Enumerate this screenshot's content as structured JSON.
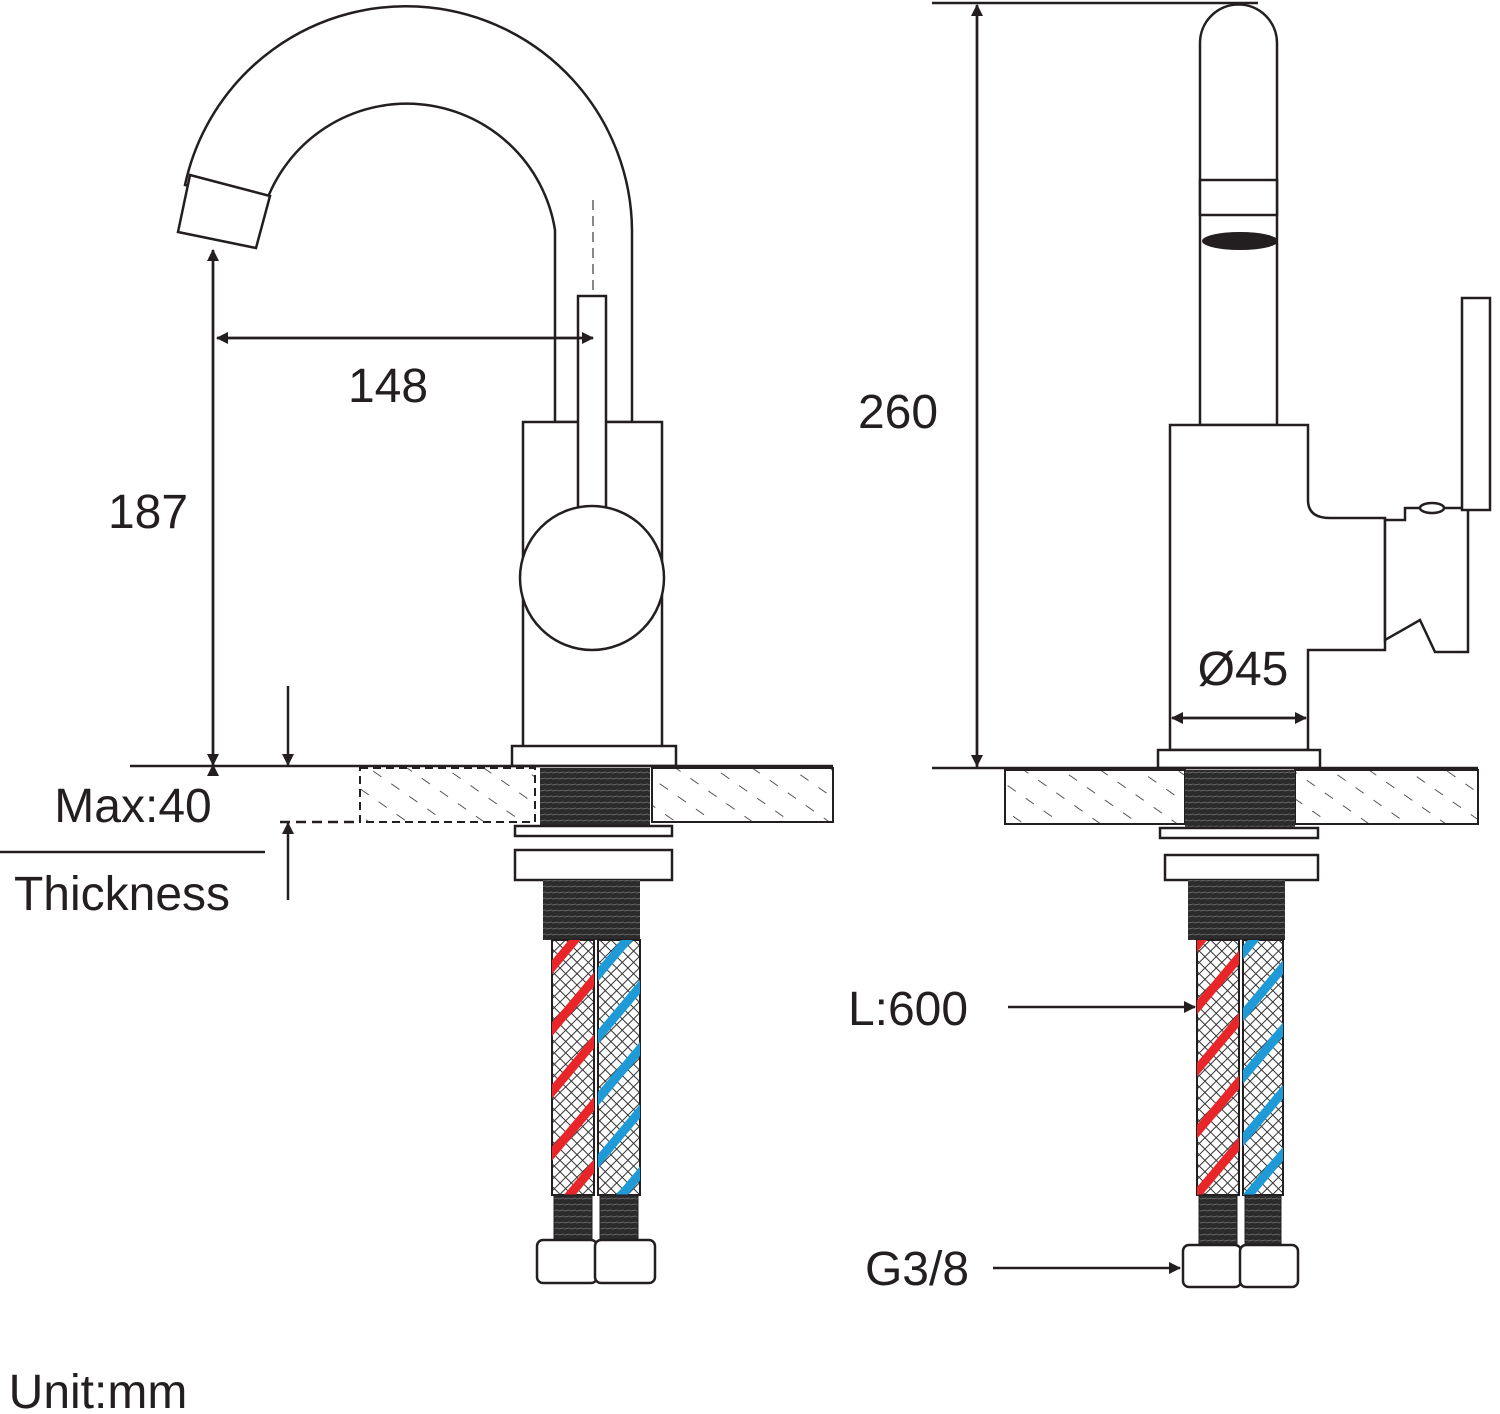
{
  "labels": {
    "spout_reach": "148",
    "spout_height": "187",
    "total_height": "260",
    "max_thickness": "Max:40",
    "thickness": "Thickness",
    "base_diameter": "Ø45",
    "hose_length": "L:600",
    "connector": "G3/8",
    "unit": "Unit:mm"
  },
  "colors": {
    "line": "#231f20",
    "hot_hose": "#e8262a",
    "cold_hose": "#1e9ad6"
  }
}
